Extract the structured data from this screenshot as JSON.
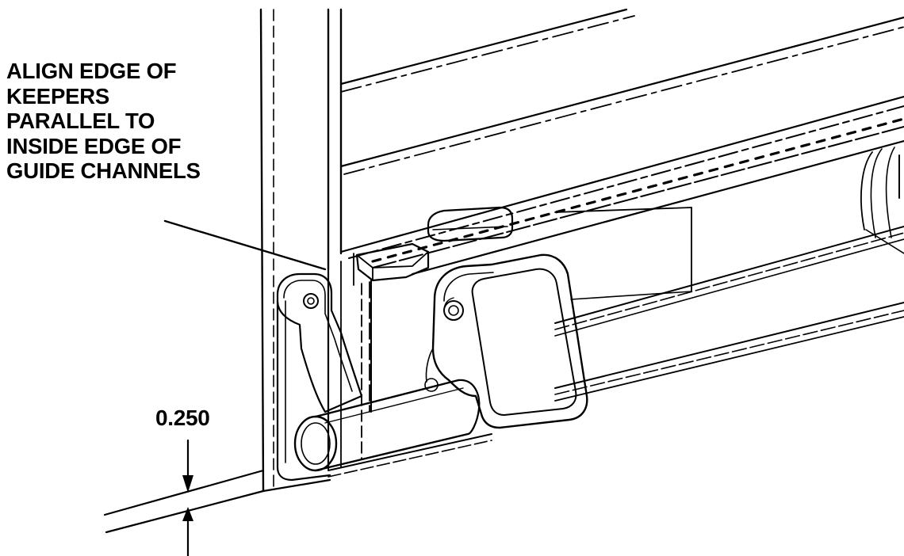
{
  "callout": {
    "lines": [
      "ALIGN EDGE OF",
      "KEEPERS",
      "PARALLEL TO",
      "INSIDE EDGE OF",
      "GUIDE CHANNELS"
    ]
  },
  "dimension": {
    "value": "0.250"
  }
}
